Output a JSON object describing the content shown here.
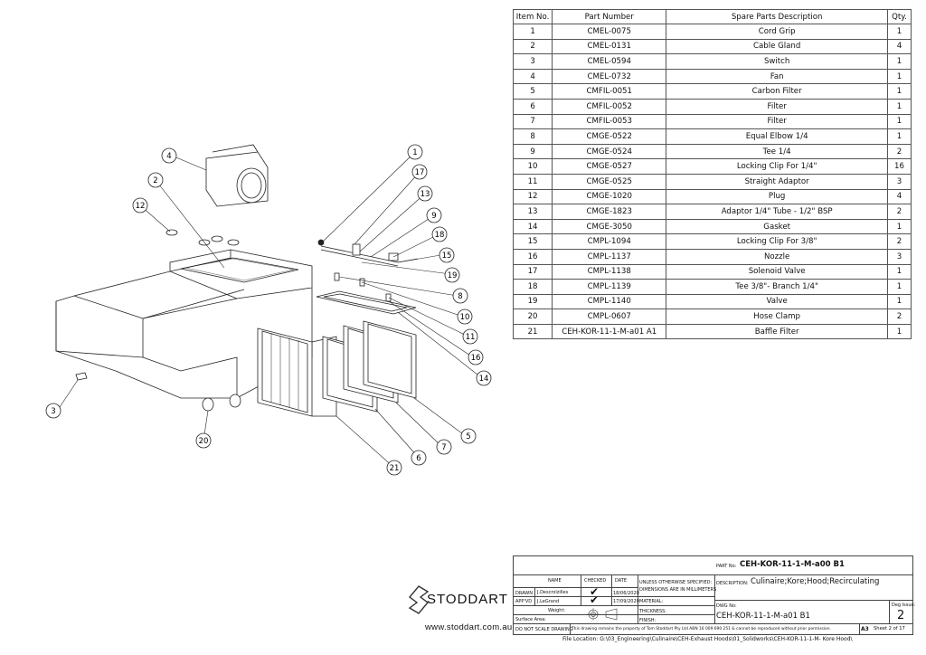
{
  "bom": {
    "headers": {
      "item": "Item No.",
      "part": "Part Number",
      "desc": "Spare Parts Description",
      "qty": "Qty."
    },
    "rows": [
      {
        "item": "1",
        "part": "CMEL-0075",
        "desc": "Cord Grip",
        "qty": "1"
      },
      {
        "item": "2",
        "part": "CMEL-0131",
        "desc": "Cable Gland",
        "qty": "4"
      },
      {
        "item": "3",
        "part": "CMEL-0594",
        "desc": "Switch",
        "qty": "1"
      },
      {
        "item": "4",
        "part": "CMEL-0732",
        "desc": "Fan",
        "qty": "1"
      },
      {
        "item": "5",
        "part": "CMFIL-0051",
        "desc": "Carbon Filter",
        "qty": "1"
      },
      {
        "item": "6",
        "part": "CMFIL-0052",
        "desc": "Filter",
        "qty": "1"
      },
      {
        "item": "7",
        "part": "CMFIL-0053",
        "desc": "Filter",
        "qty": "1"
      },
      {
        "item": "8",
        "part": "CMGE-0522",
        "desc": "Equal Elbow 1/4",
        "qty": "1"
      },
      {
        "item": "9",
        "part": "CMGE-0524",
        "desc": "Tee 1/4",
        "qty": "2"
      },
      {
        "item": "10",
        "part": "CMGE-0527",
        "desc": "Locking Clip For 1/4\"",
        "qty": "16"
      },
      {
        "item": "11",
        "part": "CMGE-0525",
        "desc": "Straight Adaptor",
        "qty": "3"
      },
      {
        "item": "12",
        "part": "CMGE-1020",
        "desc": "Plug",
        "qty": "4"
      },
      {
        "item": "13",
        "part": "CMGE-1823",
        "desc": "Adaptor 1/4\" Tube - 1/2\" BSP",
        "qty": "2"
      },
      {
        "item": "14",
        "part": "CMGE-3050",
        "desc": "Gasket",
        "qty": "1"
      },
      {
        "item": "15",
        "part": "CMPL-1094",
        "desc": "Locking Clip For 3/8\"",
        "qty": "2"
      },
      {
        "item": "16",
        "part": "CMPL-1137",
        "desc": "Nozzle",
        "qty": "3"
      },
      {
        "item": "17",
        "part": "CMPL-1138",
        "desc": "Solenoid Valve",
        "qty": "1"
      },
      {
        "item": "18",
        "part": "CMPL-1139",
        "desc": "Tee 3/8\"- Branch 1/4\"",
        "qty": "1"
      },
      {
        "item": "19",
        "part": "CMPL-1140",
        "desc": "Valve",
        "qty": "1"
      },
      {
        "item": "20",
        "part": "CMPL-0607",
        "desc": "Hose Clamp",
        "qty": "2"
      },
      {
        "item": "21",
        "part": "CEH-KOR-11-1-M-a01 A1",
        "desc": "Baffle Filter",
        "qty": "1"
      }
    ]
  },
  "balloons": [
    "1",
    "2",
    "3",
    "4",
    "5",
    "6",
    "7",
    "8",
    "9",
    "10",
    "11",
    "12",
    "13",
    "14",
    "15",
    "16",
    "17",
    "18",
    "19",
    "20",
    "21"
  ],
  "title_block": {
    "part_no_label": "PART No:",
    "part_no": "CEH-KOR-11-1-M-a00 B1",
    "description_label": "DESCRIPTION:",
    "description": "Culinaire;Kore;Hood;Recirculating",
    "col_name": "NAME",
    "col_checked": "CHECKED",
    "col_date": "DATE",
    "drawn_label": "DRAWN",
    "drawn_name": "J.Descrolzilles",
    "drawn_date": "18/06/2020",
    "appvd_label": "APP'VD",
    "appvd_name": "J.LeGrand",
    "appvd_date": "17/09/2020",
    "unless_1": "UNLESS OTHERWISE SPECIFIED:",
    "unless_2": "DIMENSIONS ARE IN MILLIMETERS",
    "material_label": "MATERIAL:",
    "thickness_label": "THICKNESS:",
    "finish_label": "FINISH:",
    "weight_label": "Weight:",
    "surface_label": "Surface Area:",
    "dwg_label": "DWG No:",
    "dwg_no": "CEH-KOR-11-1-M-a01 B1",
    "deg_label": "Deg Issue:",
    "deg_issue": "2",
    "no_scale": "DO NOT SCALE DRAWING",
    "copyright": "This drawing remains the property of Tom Stoddart Pty Ltd ABN 16 009 690 251 & cannot be reproduced without prior permission.",
    "size": "A3",
    "sheet": "Sheet 2 of 17"
  },
  "brand": {
    "name": "STODDART",
    "website": "www.stoddart.com.au"
  },
  "file_location": "File Location: G:\\03_Engineering\\Culinaire\\CEH-Exhaust Hoods\\01_Solidworks\\CEH-KOR-11-1-M- Kore Hood\\"
}
